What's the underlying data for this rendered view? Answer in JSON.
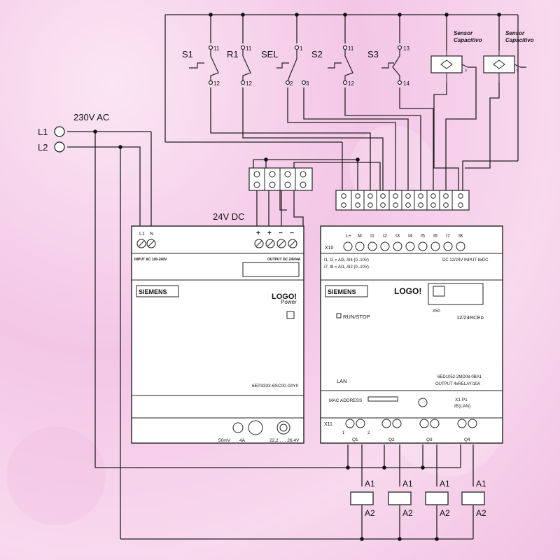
{
  "supply": {
    "ac_label": "230V AC",
    "l1": "L1",
    "l2": "L2",
    "dc_label": "24V DC"
  },
  "switches": [
    {
      "label": "S1",
      "top": "11",
      "bottom": "12"
    },
    {
      "label": "R1",
      "top": "11",
      "bottom": "12"
    },
    {
      "label": "SEL",
      "top": "1",
      "bottom_left": "2",
      "bottom_right": "3"
    },
    {
      "label": "S2",
      "top": "11",
      "bottom": "12"
    },
    {
      "label": "S3",
      "top": "13",
      "bottom": "14"
    }
  ],
  "sensors": [
    {
      "line1": "Sensor",
      "line2": "Capacitivo",
      "pin": "s"
    },
    {
      "line1": "Sensor",
      "line2": "Capacitivo",
      "pin": "s"
    }
  ],
  "psu": {
    "terminals": [
      "L1",
      "N"
    ],
    "out_terminals": [
      "+",
      "+",
      "−",
      "−"
    ],
    "input_text": "INPUT AC 100-240V",
    "output_text": "OUTPUT DC 24V/4A",
    "brand": "SIEMENS",
    "name": "LOGO!",
    "subname": "Power",
    "part": "6EP3333-6SC00-0AY0",
    "spec_left": "50mV",
    "spec_right": "4A",
    "range": "22,2 . . . 26,4V"
  },
  "plc": {
    "inputs": [
      "L+",
      "M",
      "I1",
      "I2",
      "I3",
      "I4",
      "I5",
      "I6",
      "I7",
      "I8"
    ],
    "x10": "X10",
    "analog1": "I1, I2 = AI3, AI4 (0..10V)",
    "analog2": "I7, I8 = AI1, AI2 (0..10V)",
    "input_spec": "DC 12/24V  INPUT 8xDC",
    "brand": "SIEMENS",
    "name": "LOGO!",
    "slot": "X50",
    "run_stop": "RUN/STOP",
    "model": "12/24RCEo",
    "lan": "LAN",
    "part": "6ED1052-2MD08-0BA1",
    "output_spec": "OUTPUT 4xRELAY/10A",
    "mac": "MAC ADDRESS",
    "x1p1": "X1 P1",
    "ie_lan": "IE(LAN)",
    "x11": "X11",
    "outputs": [
      "Q1",
      "Q2",
      "Q3",
      "Q4"
    ],
    "pin1": "1",
    "pin2": "2"
  },
  "coils": [
    {
      "a1": "A1",
      "a2": "A2"
    },
    {
      "a1": "A1",
      "a2": "A2"
    },
    {
      "a1": "A1",
      "a2": "A2"
    },
    {
      "a1": "A1",
      "a2": "A2"
    }
  ]
}
